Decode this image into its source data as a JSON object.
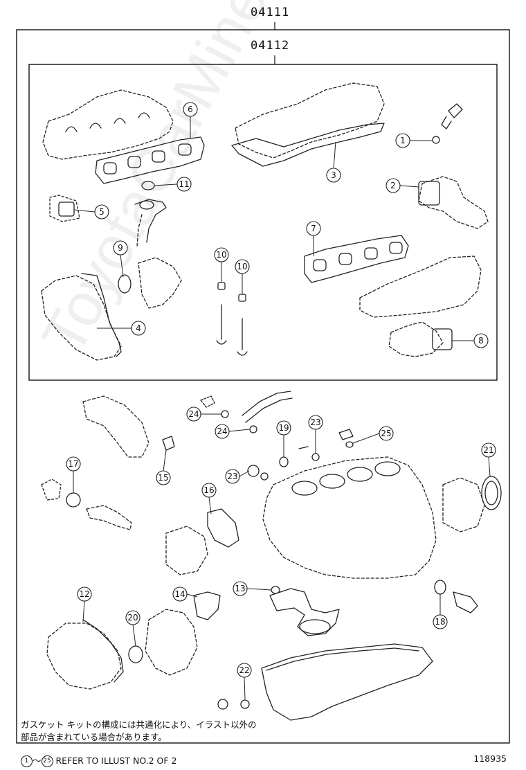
{
  "labels": {
    "outer_code": "04111",
    "inner_code": "04112"
  },
  "callouts": [
    {
      "num": "1"
    },
    {
      "num": "2"
    },
    {
      "num": "3"
    },
    {
      "num": "4"
    },
    {
      "num": "5"
    },
    {
      "num": "6"
    },
    {
      "num": "7"
    },
    {
      "num": "8"
    },
    {
      "num": "9"
    },
    {
      "num": "10"
    },
    {
      "num": "10"
    },
    {
      "num": "11"
    },
    {
      "num": "12"
    },
    {
      "num": "13"
    },
    {
      "num": "14"
    },
    {
      "num": "15"
    },
    {
      "num": "16"
    },
    {
      "num": "17"
    },
    {
      "num": "18"
    },
    {
      "num": "19"
    },
    {
      "num": "20"
    },
    {
      "num": "21"
    },
    {
      "num": "22"
    },
    {
      "num": "23"
    },
    {
      "num": "23"
    },
    {
      "num": "24"
    },
    {
      "num": "24"
    },
    {
      "num": "25"
    }
  ],
  "note": {
    "line1": "ガスケット キットの構成には共通化により、イラスト以外の",
    "line2": "部品が含まれている場合があります。"
  },
  "footer": {
    "range_start": "1",
    "range_sep": "～",
    "range_end": "25",
    "reference_text": "REFER TO ILLUST NO.2 OF 2",
    "illustration_id": "118935"
  },
  "watermark": "ToyotaCarMine.ru"
}
